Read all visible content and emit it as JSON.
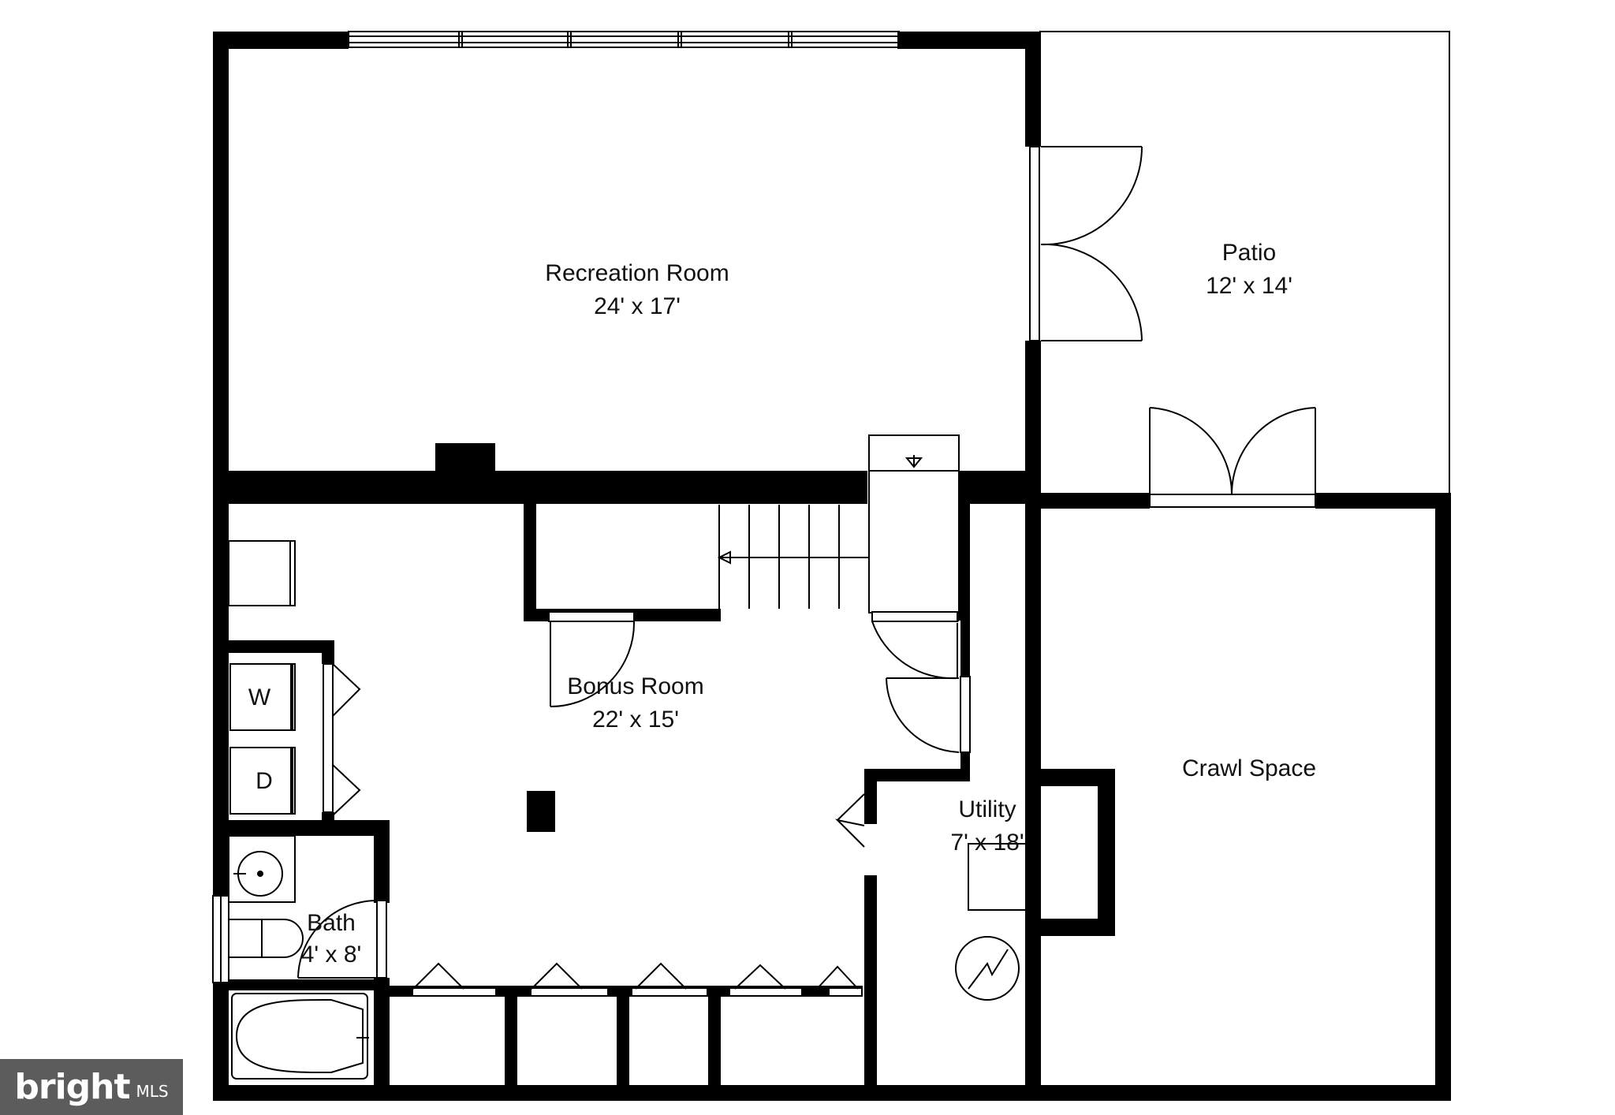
{
  "rooms": {
    "recreation": {
      "name": "Recreation Room",
      "dims": "24' x 17'"
    },
    "patio": {
      "name": "Patio",
      "dims": "12' x 14'"
    },
    "bonus": {
      "name": "Bonus Room",
      "dims": "22' x 15'"
    },
    "utility": {
      "name": "Utility",
      "dims": "7' x 18'"
    },
    "bath": {
      "name": "Bath",
      "dims": "4' x 8'"
    },
    "crawl": {
      "name": "Crawl Space"
    }
  },
  "appliances": {
    "washer": "W",
    "dryer": "D"
  },
  "watermark": {
    "brand": "bright",
    "suffix": "MLS"
  },
  "colors": {
    "wall": "#000000",
    "background": "#ffffff",
    "accent": "#e04a2f"
  }
}
